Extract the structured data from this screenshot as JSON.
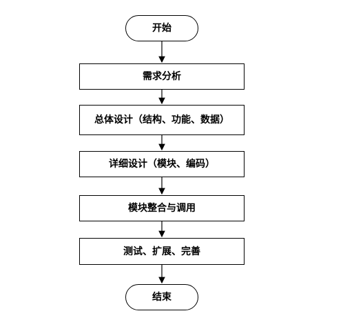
{
  "flowchart": {
    "start": "开始",
    "steps": [
      "需求分析",
      "总体设计（结构、功能、数据）",
      "详细设计（模块、编码）",
      "模块整合与调用",
      "测试、扩展、完善"
    ],
    "end": "结束"
  }
}
